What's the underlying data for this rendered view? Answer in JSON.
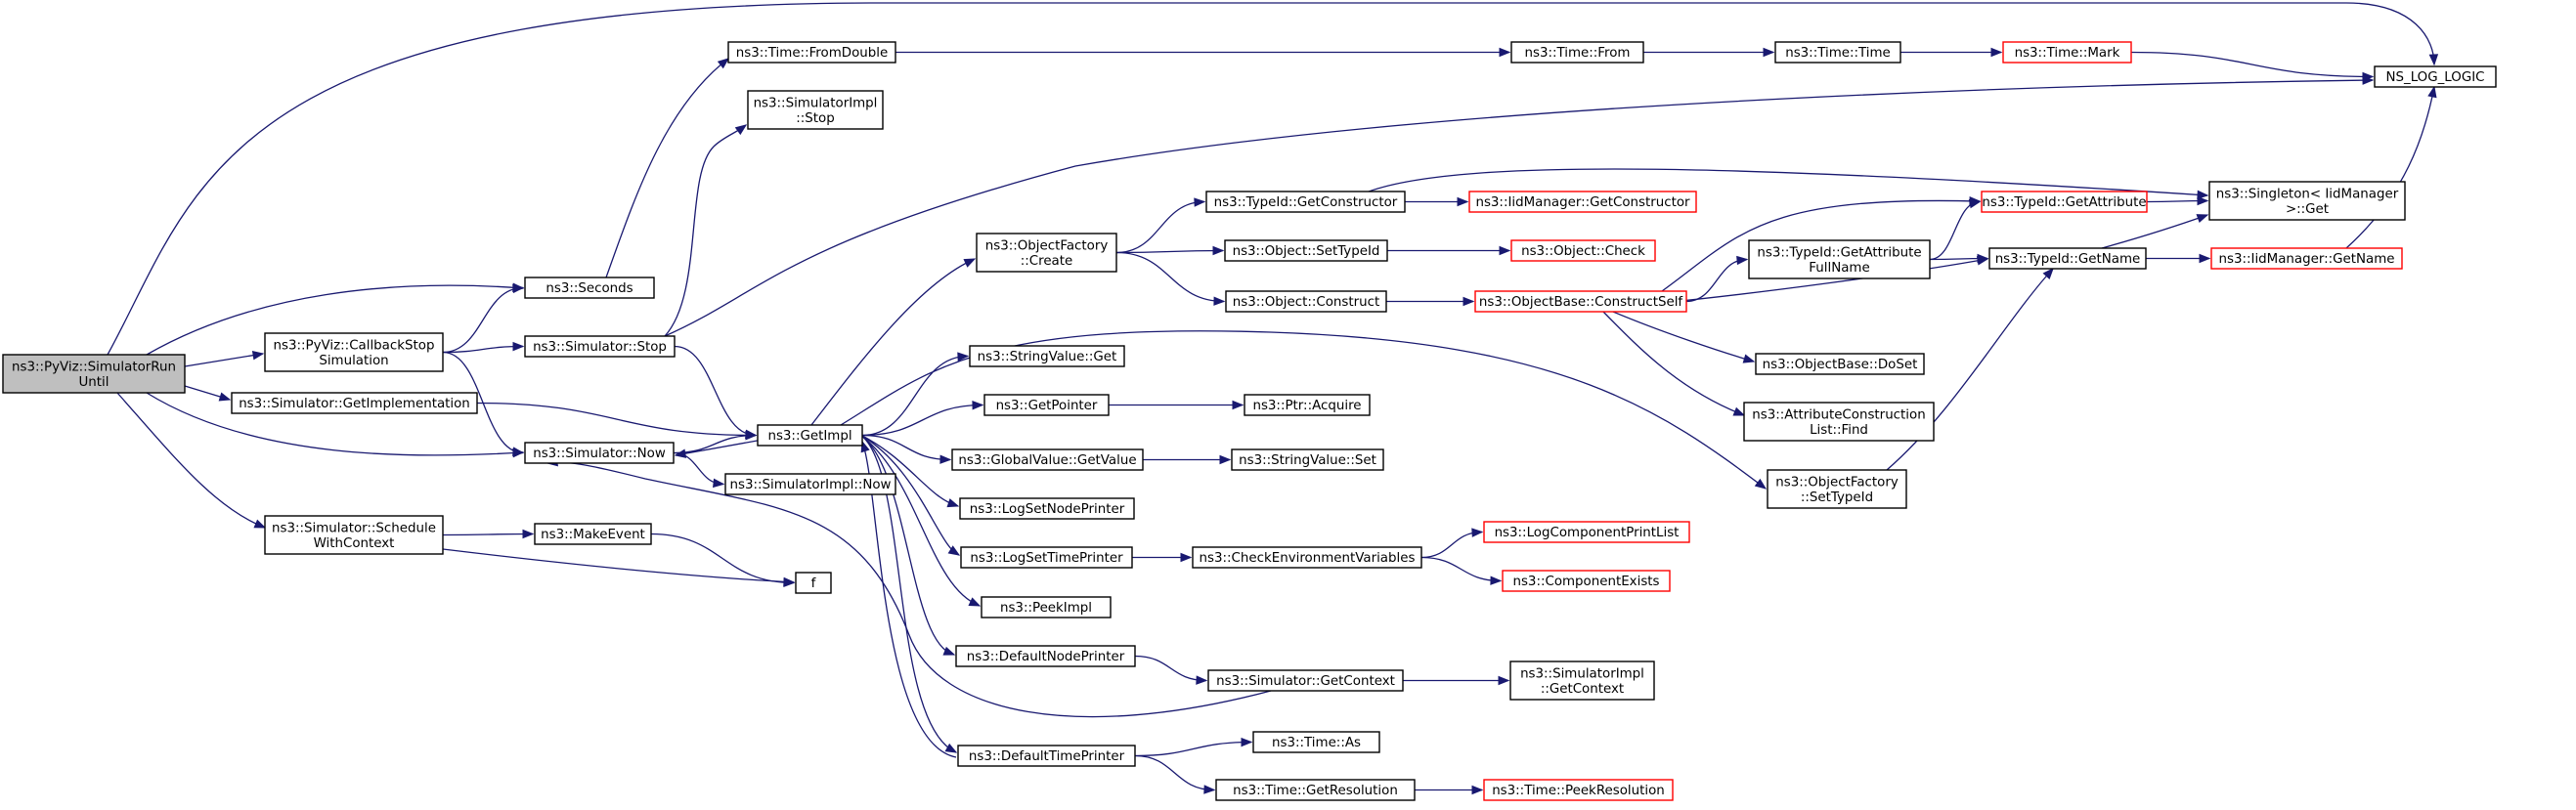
{
  "colors": {
    "edge": "#191970",
    "box_border": "#000000",
    "undocumented_border": "#ff0000",
    "root_fill": "#bfbfbf",
    "box_fill": "#ffffff"
  },
  "nodes": [
    {
      "id": "root",
      "lines": [
        "ns3::PyViz::SimulatorRun",
        "Until"
      ],
      "style": "root"
    },
    {
      "id": "seconds",
      "lines": [
        "ns3::Seconds"
      ]
    },
    {
      "id": "callback",
      "lines": [
        "ns3::PyViz::CallbackStop",
        "Simulation"
      ]
    },
    {
      "id": "simstop",
      "lines": [
        "ns3::Simulator::Stop"
      ]
    },
    {
      "id": "getimpl_sim",
      "lines": [
        "ns3::Simulator::GetImplementation"
      ]
    },
    {
      "id": "simnow",
      "lines": [
        "ns3::Simulator::Now"
      ]
    },
    {
      "id": "schedctx",
      "lines": [
        "ns3::Simulator::Schedule",
        "WithContext"
      ]
    },
    {
      "id": "makeevent",
      "lines": [
        "ns3::MakeEvent"
      ]
    },
    {
      "id": "f",
      "lines": [
        "f"
      ]
    },
    {
      "id": "fromdouble",
      "lines": [
        "ns3::Time::FromDouble"
      ]
    },
    {
      "id": "implstop",
      "lines": [
        "ns3::SimulatorImpl",
        "::Stop"
      ]
    },
    {
      "id": "getimpl",
      "lines": [
        "ns3::GetImpl"
      ]
    },
    {
      "id": "implnow",
      "lines": [
        "ns3::SimulatorImpl::Now"
      ]
    },
    {
      "id": "ofcreate",
      "lines": [
        "ns3::ObjectFactory",
        "::Create"
      ]
    },
    {
      "id": "svget",
      "lines": [
        "ns3::StringValue::Get"
      ]
    },
    {
      "id": "getpointer",
      "lines": [
        "ns3::GetPointer"
      ]
    },
    {
      "id": "gvgetvalue",
      "lines": [
        "ns3::GlobalValue::GetValue"
      ]
    },
    {
      "id": "logsetnode",
      "lines": [
        "ns3::LogSetNodePrinter"
      ]
    },
    {
      "id": "logsettime",
      "lines": [
        "ns3::LogSetTimePrinter"
      ]
    },
    {
      "id": "peekimpl",
      "lines": [
        "ns3::PeekImpl"
      ]
    },
    {
      "id": "defnode",
      "lines": [
        "ns3::DefaultNodePrinter"
      ]
    },
    {
      "id": "deftime",
      "lines": [
        "ns3::DefaultTimePrinter"
      ]
    },
    {
      "id": "timefrom",
      "lines": [
        "ns3::Time::From"
      ]
    },
    {
      "id": "timetime",
      "lines": [
        "ns3::Time::Time"
      ]
    },
    {
      "id": "timemark",
      "lines": [
        "ns3::Time::Mark"
      ],
      "style": "red"
    },
    {
      "id": "nslog",
      "lines": [
        "NS_LOG_LOGIC"
      ]
    },
    {
      "id": "getctor",
      "lines": [
        "ns3::TypeId::GetConstructor"
      ]
    },
    {
      "id": "setypeid",
      "lines": [
        "ns3::Object::SetTypeId"
      ]
    },
    {
      "id": "objconstruct",
      "lines": [
        "ns3::Object::Construct"
      ]
    },
    {
      "id": "iidgetctor",
      "lines": [
        "ns3::IidManager::GetConstructor"
      ],
      "style": "red"
    },
    {
      "id": "objcheck",
      "lines": [
        "ns3::Object::Check"
      ],
      "style": "red"
    },
    {
      "id": "constructself",
      "lines": [
        "ns3::ObjectBase::ConstructSelf"
      ],
      "style": "red"
    },
    {
      "id": "getattrfull",
      "lines": [
        "ns3::TypeId::GetAttribute",
        "FullName"
      ]
    },
    {
      "id": "getattr",
      "lines": [
        "ns3::TypeId::GetAttribute"
      ],
      "style": "red"
    },
    {
      "id": "getname",
      "lines": [
        "ns3::TypeId::GetName"
      ]
    },
    {
      "id": "singleton",
      "lines": [
        "ns3::Singleton< IidManager",
        " >::Get"
      ]
    },
    {
      "id": "iidgetname",
      "lines": [
        "ns3::IidManager::GetName"
      ],
      "style": "red"
    },
    {
      "id": "doset",
      "lines": [
        "ns3::ObjectBase::DoSet"
      ]
    },
    {
      "id": "attrfind",
      "lines": [
        "ns3::AttributeConstruction",
        "List::Find"
      ]
    },
    {
      "id": "ofsettypeid",
      "lines": [
        "ns3::ObjectFactory",
        "::SetTypeId"
      ]
    },
    {
      "id": "ptracquire",
      "lines": [
        "ns3::Ptr::Acquire"
      ]
    },
    {
      "id": "svset",
      "lines": [
        "ns3::StringValue::Set"
      ]
    },
    {
      "id": "checkenv",
      "lines": [
        "ns3::CheckEnvironmentVariables"
      ]
    },
    {
      "id": "logcompprint",
      "lines": [
        "ns3::LogComponentPrintList"
      ],
      "style": "red"
    },
    {
      "id": "compexists",
      "lines": [
        "ns3::ComponentExists"
      ],
      "style": "red"
    },
    {
      "id": "getcontext",
      "lines": [
        "ns3::Simulator::GetContext"
      ]
    },
    {
      "id": "implgetctx",
      "lines": [
        "ns3::SimulatorImpl",
        "::GetContext"
      ]
    },
    {
      "id": "timeas",
      "lines": [
        "ns3::Time::As"
      ]
    },
    {
      "id": "getres",
      "lines": [
        "ns3::Time::GetResolution"
      ]
    },
    {
      "id": "peekres",
      "lines": [
        "ns3::Time::PeekResolution"
      ],
      "style": "red"
    }
  ],
  "edges": [
    [
      "root",
      "nslog"
    ],
    [
      "root",
      "seconds"
    ],
    [
      "root",
      "callback"
    ],
    [
      "root",
      "getimpl_sim"
    ],
    [
      "root",
      "simnow"
    ],
    [
      "root",
      "schedctx"
    ],
    [
      "callback",
      "seconds"
    ],
    [
      "callback",
      "simstop"
    ],
    [
      "callback",
      "simnow"
    ],
    [
      "seconds",
      "fromdouble"
    ],
    [
      "simstop",
      "implstop"
    ],
    [
      "simstop",
      "nslog"
    ],
    [
      "simstop",
      "getimpl"
    ],
    [
      "getimpl_sim",
      "getimpl"
    ],
    [
      "simnow",
      "getimpl"
    ],
    [
      "simnow",
      "implnow"
    ],
    [
      "schedctx",
      "makeevent"
    ],
    [
      "schedctx",
      "f"
    ],
    [
      "makeevent",
      "f"
    ],
    [
      "fromdouble",
      "timefrom"
    ],
    [
      "timefrom",
      "timetime"
    ],
    [
      "timetime",
      "timemark"
    ],
    [
      "timemark",
      "nslog"
    ],
    [
      "getimpl",
      "ofcreate"
    ],
    [
      "getimpl",
      "svget"
    ],
    [
      "getimpl",
      "getpointer"
    ],
    [
      "getimpl",
      "gvgetvalue"
    ],
    [
      "getimpl",
      "logsetnode"
    ],
    [
      "getimpl",
      "logsettime"
    ],
    [
      "getimpl",
      "peekimpl"
    ],
    [
      "getimpl",
      "defnode"
    ],
    [
      "getimpl",
      "deftime"
    ],
    [
      "getimpl",
      "ofsettypeid"
    ],
    [
      "getimpl",
      "simnow"
    ],
    [
      "ofcreate",
      "getctor"
    ],
    [
      "ofcreate",
      "setypeid"
    ],
    [
      "ofcreate",
      "objconstruct"
    ],
    [
      "getctor",
      "iidgetctor"
    ],
    [
      "getctor",
      "singleton"
    ],
    [
      "setypeid",
      "objcheck"
    ],
    [
      "objconstruct",
      "constructself"
    ],
    [
      "constructself",
      "getattr"
    ],
    [
      "constructself",
      "getattrfull"
    ],
    [
      "constructself",
      "getname"
    ],
    [
      "constructself",
      "doset"
    ],
    [
      "constructself",
      "attrfind"
    ],
    [
      "getattrfull",
      "getattr"
    ],
    [
      "getattrfull",
      "getname"
    ],
    [
      "getattr",
      "singleton"
    ],
    [
      "getname",
      "singleton"
    ],
    [
      "getname",
      "iidgetname"
    ],
    [
      "iidgetname",
      "nslog"
    ],
    [
      "ofsettypeid",
      "getname"
    ],
    [
      "getpointer",
      "ptracquire"
    ],
    [
      "gvgetvalue",
      "svset"
    ],
    [
      "logsettime",
      "checkenv"
    ],
    [
      "checkenv",
      "logcompprint"
    ],
    [
      "checkenv",
      "compexists"
    ],
    [
      "defnode",
      "getcontext"
    ],
    [
      "getcontext",
      "implgetctx"
    ],
    [
      "getcontext",
      "getimpl"
    ],
    [
      "deftime",
      "timeas"
    ],
    [
      "deftime",
      "getres"
    ],
    [
      "getres",
      "peekres"
    ],
    [
      "deftime",
      "getimpl"
    ]
  ]
}
